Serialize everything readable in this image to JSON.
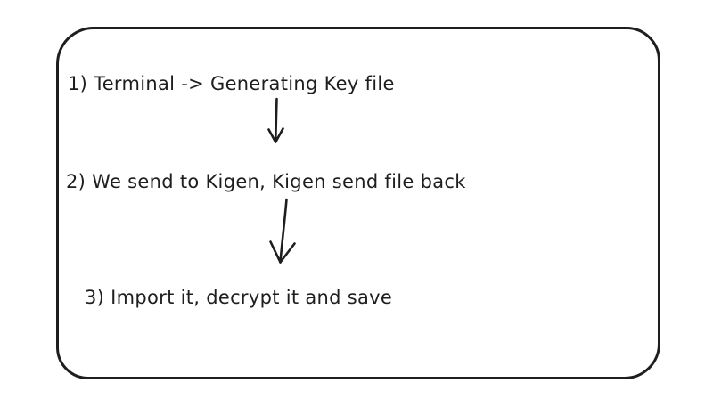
{
  "diagram": {
    "type": "flow",
    "background_color": "#ffffff",
    "stroke_color": "#1e1e1e",
    "frame": {
      "shape": "rounded-rectangle",
      "style": "hand-drawn"
    },
    "steps": [
      {
        "text": "1) Terminal -> Generating Key file"
      },
      {
        "text": "2) We send to Kigen, Kigen send file back"
      },
      {
        "text": "3) Import it, decrypt it and save"
      }
    ],
    "connectors": [
      {
        "from": 1,
        "to": 2,
        "direction": "down",
        "style": "hand-drawn-arrow"
      },
      {
        "from": 2,
        "to": 3,
        "direction": "down",
        "style": "hand-drawn-arrow"
      }
    ]
  }
}
